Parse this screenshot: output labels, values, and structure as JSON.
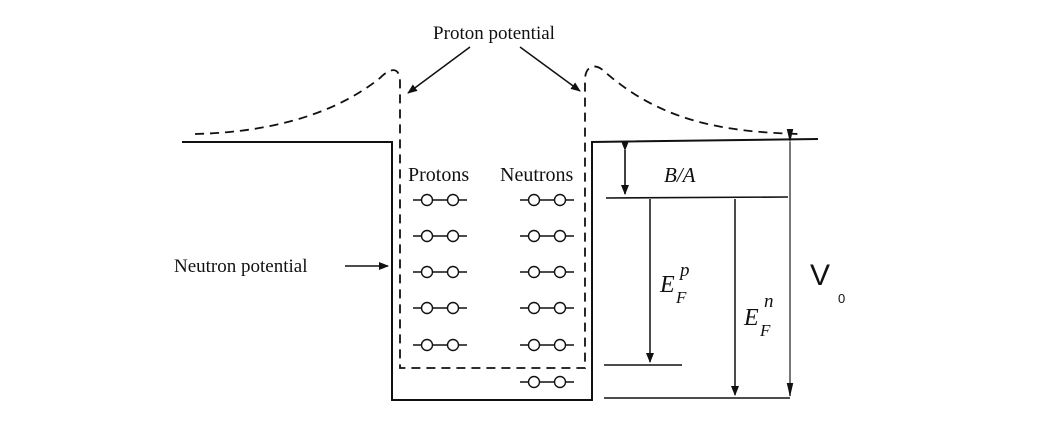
{
  "labels": {
    "proton_potential": "Proton potential",
    "neutron_potential": "Neutron potential",
    "protons": "Protons",
    "neutrons": "Neutrons",
    "binding_per_nucleon": "B/A",
    "fermi_proton_main": "E",
    "fermi_proton_sub": "F",
    "fermi_proton_sup": "p",
    "fermi_neutron_main": "E",
    "fermi_neutron_sub": "F",
    "fermi_neutron_sup": "n",
    "depth_main": "V",
    "depth_sub": "0"
  },
  "levels": {
    "proton_levels_count": 5,
    "neutron_levels_count": 6
  }
}
